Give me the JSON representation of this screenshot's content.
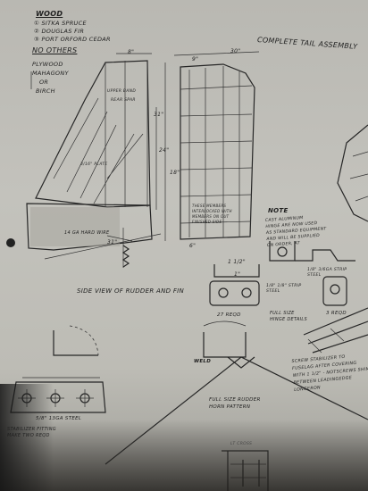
{
  "materials": {
    "heading": "WOOD",
    "items": [
      "① SITKA SPRUCE",
      "② DOUGLAS FIR",
      "③ PORT ORFORD CEDAR"
    ],
    "note": "NO OTHERS",
    "plywood": [
      "PLYWOOD",
      "MAHAGONY",
      "OR",
      "BIRCH"
    ]
  },
  "title": "COMPLETE TAIL ASSEMBLY",
  "fin_labels": {
    "upper": "UPPER BAND",
    "rear": "REAR SPAR",
    "plate": "3/16\" PLATE",
    "wire": "14 GA HARD WIRE",
    "fitting_note": [
      "THESE MEMBERS",
      "INTERLOCKED WITH",
      "MEMBERS ON OUT",
      "FINISHED SIDE"
    ]
  },
  "dimensions": {
    "d1": "8\"",
    "d2": "30\"",
    "d3": "9\"",
    "d4": "31\"",
    "d5": "24\"",
    "d6": "6\"",
    "d7": "31\"",
    "d8": "18\"",
    "d9": "1\"",
    "d10": "1 1/2\""
  },
  "note": {
    "heading": "NOTE",
    "lines": [
      "CAST ALUMINUM",
      "HINGE ARE NOW USED",
      "AS STANDARD EQUIPMENT",
      "AND WILL BE SUPPLIED",
      "ON ORDER, AT"
    ]
  },
  "side_view": "SIDE VIEW OF RUDDER AND FIN",
  "hinge": {
    "spec": [
      "1/8\" 1/8\" STRIP",
      "STEEL"
    ],
    "left_count": "27 REQD",
    "full_size": [
      "FULL SIZE",
      "HINGE DETAILS"
    ],
    "right_count": "3 REQD",
    "steel_note": [
      "1/8\" 3/6GA STRIP",
      "STEEL"
    ]
  },
  "stabilizer": {
    "steel": "5/8\" 13GA STEEL",
    "fitting": [
      "STABILIZER FITTING",
      "MAKE TWO REQD"
    ]
  },
  "weld": "WELD",
  "horn": [
    "FULL SIZE RUDDER",
    "HORN PATTERN"
  ],
  "screw_note": [
    "SCREW STABILIZER TO",
    "FUSELAG AFTER COVERING",
    "WITH 1 1/2\" - NOTSCREWS SHIM",
    "BETWEEN LEADINGEDGE",
    "LONGERON"
  ],
  "bottom_label": "LT CROSS"
}
